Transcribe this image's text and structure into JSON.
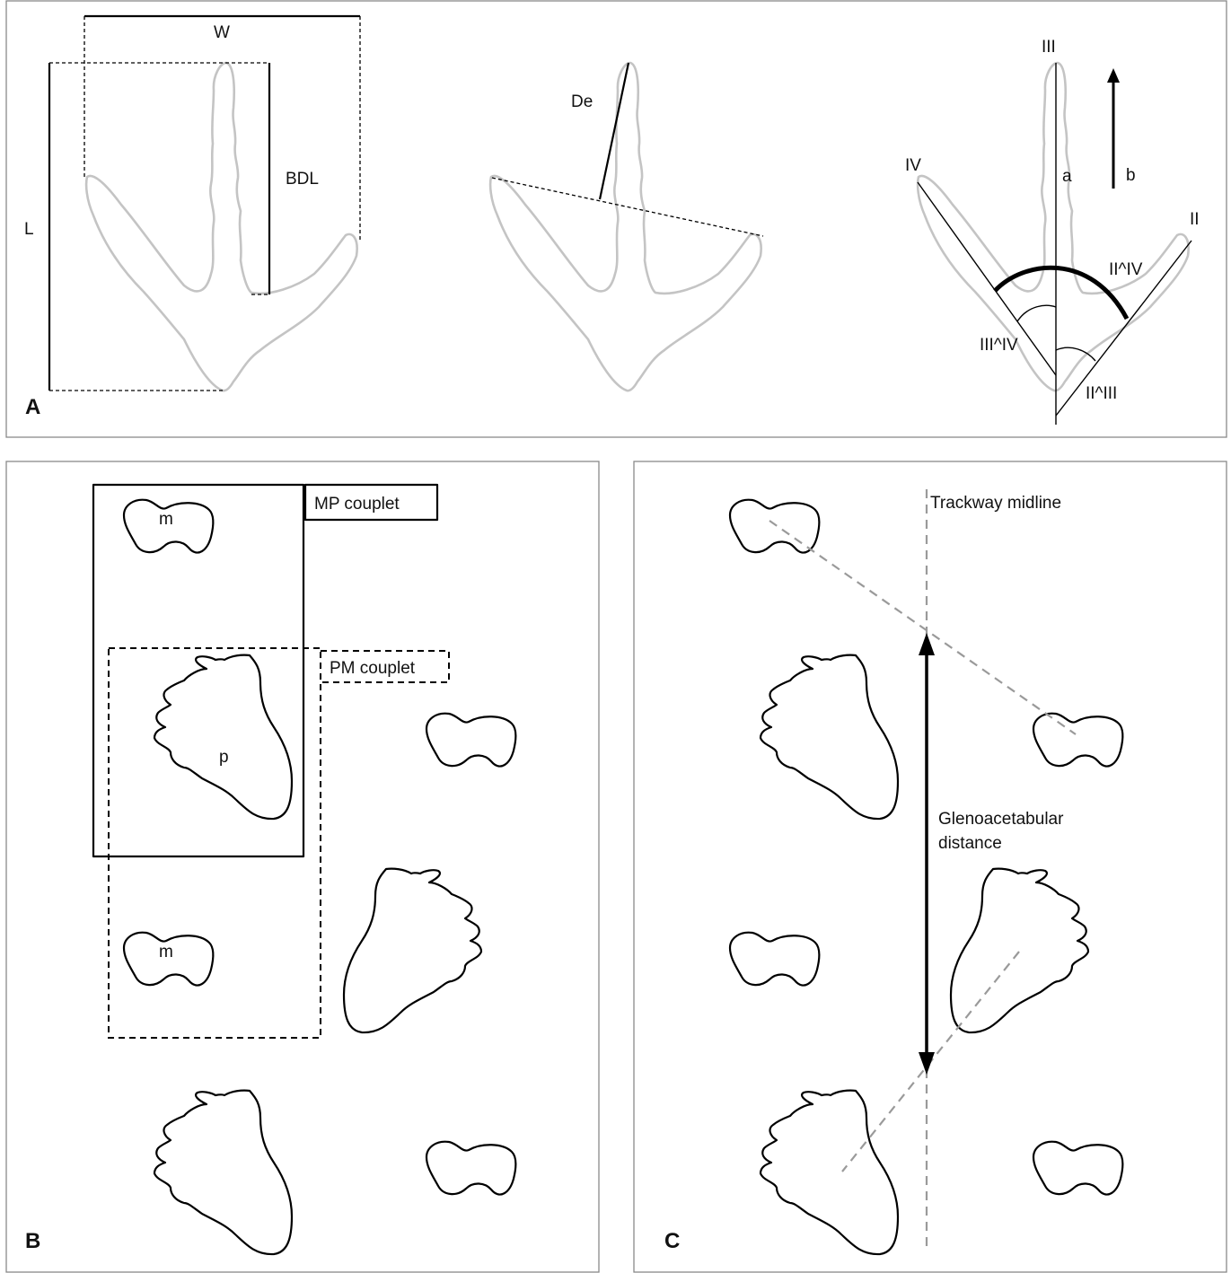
{
  "panels": {
    "a": {
      "letter": "A",
      "measurements": {
        "width": "W",
        "length": "L",
        "basal_digit_length": "BDL",
        "depth": "De"
      },
      "digits": {
        "III": "III",
        "IV": "IV",
        "II": "II",
        "a": "a",
        "b": "b"
      },
      "angles": {
        "ii_iv": "II^IV",
        "iii_iv": "III^IV",
        "ii_iii": "II^III"
      }
    },
    "b": {
      "letter": "B",
      "mp_couplet": "MP couplet",
      "pm_couplet": "PM couplet",
      "manus_label": "m",
      "pes_label": "p"
    },
    "c": {
      "letter": "C",
      "trackway_midline": "Trackway midline",
      "glenoacetabular_line1": "Glenoacetabular",
      "glenoacetabular_line2": "distance"
    }
  }
}
